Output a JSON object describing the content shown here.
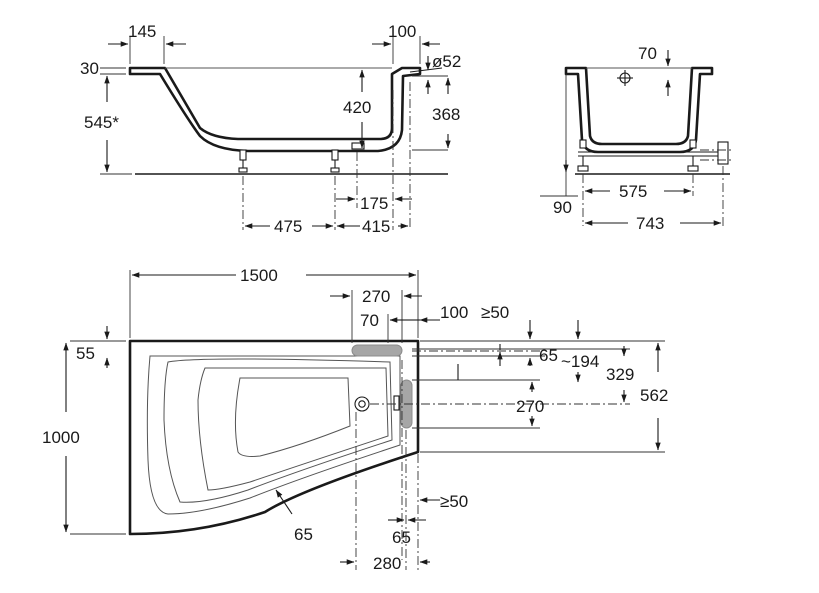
{
  "side_view": {
    "dims": {
      "d145": "145",
      "d100_top": "100",
      "d30": "30",
      "d52": "ø52",
      "d545": "545*",
      "d420": "420",
      "d368": "368",
      "d175": "175",
      "d475": "475",
      "d415": "415"
    }
  },
  "end_view": {
    "dims": {
      "d70": "70",
      "d90": "90",
      "d575": "575",
      "d743": "743"
    }
  },
  "plan_view": {
    "dims": {
      "d1500": "1500",
      "d270_top": "270",
      "d70": "70",
      "d100": "100",
      "d50_top": "≥50",
      "d55": "55",
      "d65_right": "65",
      "d194": "~194",
      "d329": "329",
      "d562": "562",
      "d1000": "1000",
      "d270_mid": "270",
      "d50_bottom": "≥50",
      "d65_curve": "65",
      "d65_bottom": "65",
      "d280": "280"
    }
  }
}
